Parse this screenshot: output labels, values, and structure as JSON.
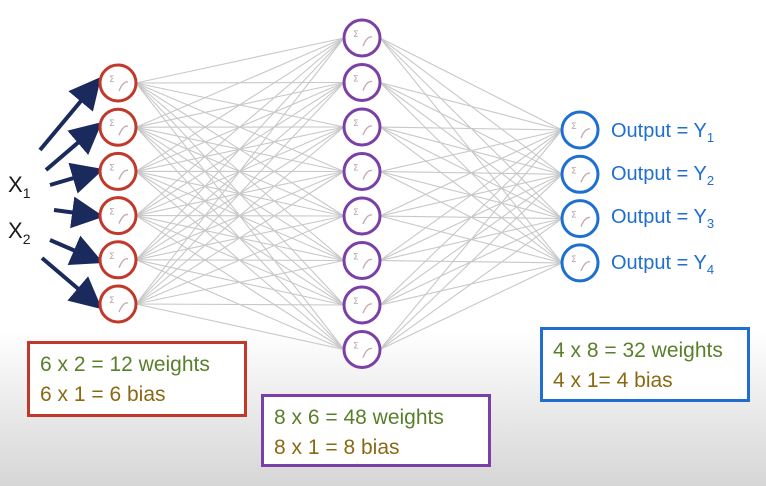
{
  "inputs": [
    {
      "symbol": "X",
      "sub": "1"
    },
    {
      "symbol": "X",
      "sub": "2"
    }
  ],
  "outputs": [
    {
      "prefix": "Output = Y",
      "sub": "1"
    },
    {
      "prefix": "Output = Y",
      "sub": "2"
    },
    {
      "prefix": "Output = Y",
      "sub": "3"
    },
    {
      "prefix": "Output = Y",
      "sub": "4"
    }
  ],
  "layers": {
    "input_count": 6,
    "hidden_count": 8,
    "output_count": 4
  },
  "boxes": {
    "input": {
      "weights": "6 x 2 = 12 weights",
      "bias": "6 x 1 = 6 bias"
    },
    "hidden": {
      "weights": "8 x 6 = 48 weights",
      "bias": "8 x 1 = 8 bias"
    },
    "output": {
      "weights": "4 x 8 = 32 weights",
      "bias": "4 x 1= 4 bias"
    }
  },
  "colors": {
    "input_layer": "#c0392b",
    "hidden_layer": "#7b3fa8",
    "output_layer": "#1e6fd0",
    "arrow": "#1b2a5c",
    "connection": "#c8c8c8",
    "weights_text": "#5a7f2b",
    "bias_text": "#8a6914"
  }
}
